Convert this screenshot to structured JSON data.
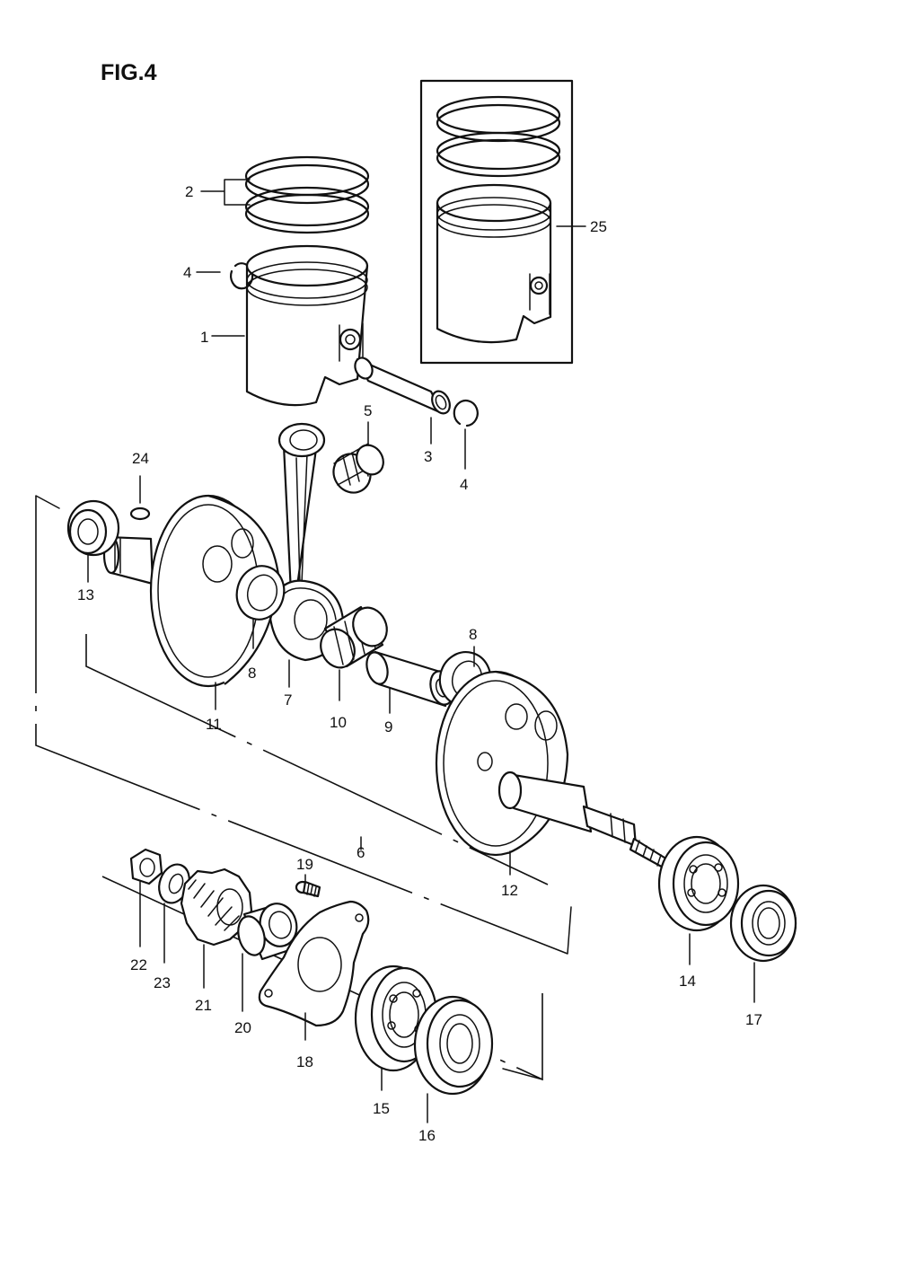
{
  "figure_title": "FIG.4",
  "callouts": {
    "c1": "1",
    "c2": "2",
    "c3": "3",
    "c4a": "4",
    "c4b": "4",
    "c5": "5",
    "c6": "6",
    "c7": "7",
    "c8a": "8",
    "c8b": "8",
    "c9": "9",
    "c10": "10",
    "c11": "11",
    "c12": "12",
    "c13": "13",
    "c14": "14",
    "c15": "15",
    "c16": "16",
    "c17": "17",
    "c18": "18",
    "c19": "19",
    "c20": "20",
    "c21": "21",
    "c22": "22",
    "c23": "23",
    "c24": "24",
    "c25": "25"
  }
}
